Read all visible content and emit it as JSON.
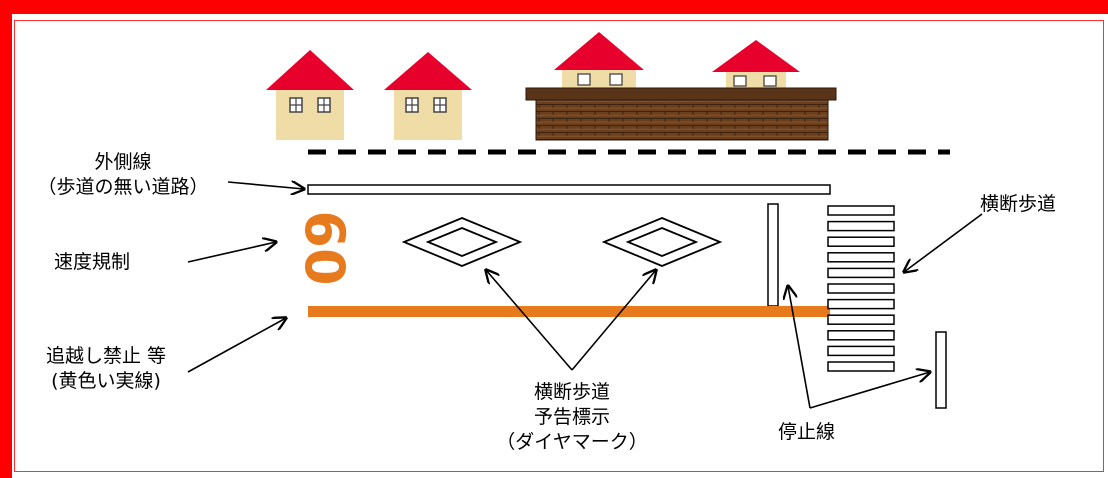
{
  "labels": {
    "outer_line": [
      "外側線",
      "（歩道の無い道路）"
    ],
    "speed_limit": "速度規制",
    "no_passing": [
      "追越し禁止 等",
      "(黄色い実線)"
    ],
    "diamond": [
      "横断歩道",
      "予告標示",
      "（ダイヤマーク）"
    ],
    "stop_line": "停止線",
    "crosswalk": "横断歩道"
  },
  "speed_marking": "60",
  "colors": {
    "frame": "#ff0000",
    "roof": "#e8002c",
    "house_wall": "#f0dca6",
    "brick": "#6b3f1e",
    "orange": "#e87a1e"
  }
}
